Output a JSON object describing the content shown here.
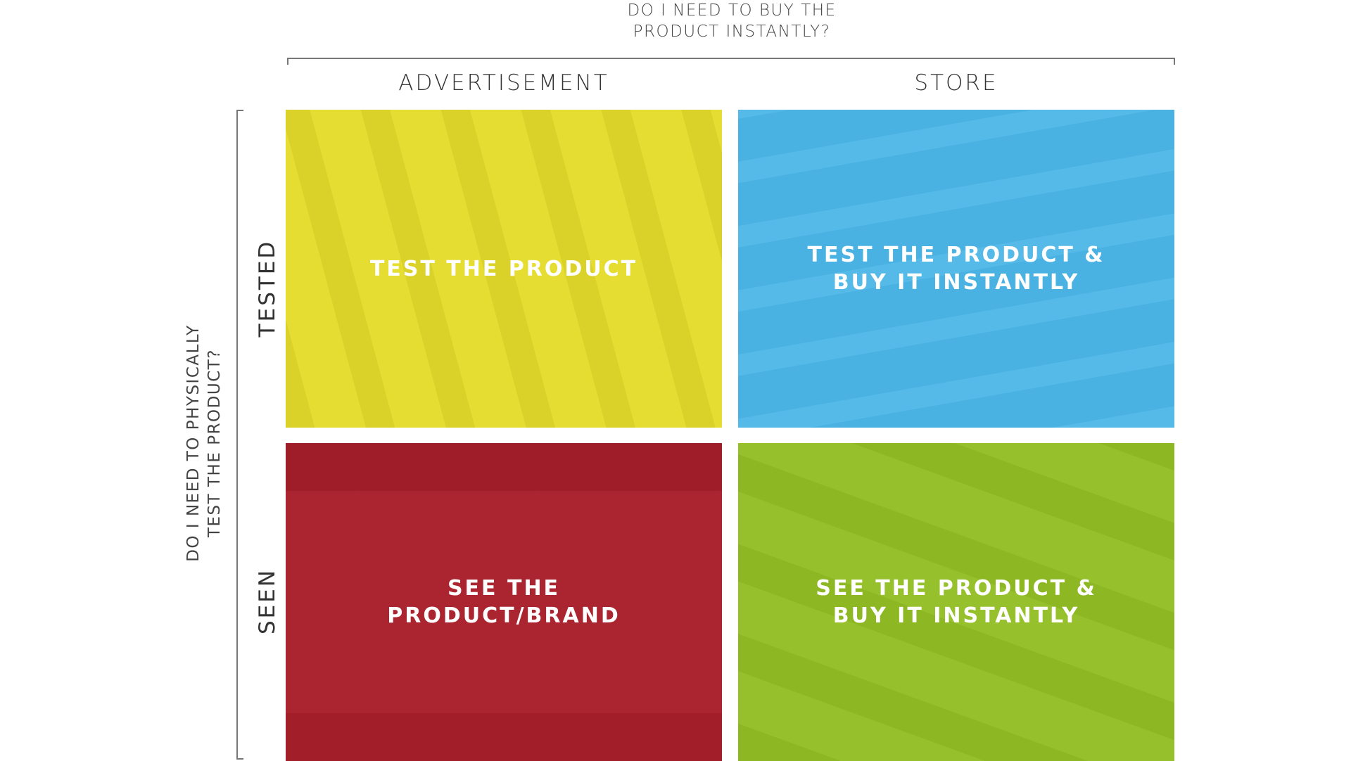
{
  "top_axis": {
    "question": "DO I NEED TO BUY THE\nPRODUCT INSTANTLY?",
    "columns": [
      "ADVERTISEMENT",
      "STORE"
    ]
  },
  "side_axis": {
    "question": "DO I NEED TO PHYSICALLY\nTEST THE PRODUCT?",
    "rows": [
      "TESTED",
      "SEEN"
    ]
  },
  "quadrants": {
    "top_left": {
      "label": "TEST THE PRODUCT",
      "color": "#e5dc2b"
    },
    "top_right": {
      "label": "TEST THE PRODUCT &\nBUY IT INSTANTLY",
      "color": "#4ab5e6"
    },
    "bottom_left": {
      "label": "SEE THE\nPRODUCT/BRAND",
      "color": "#a81f2a"
    },
    "bottom_right": {
      "label": "SEE THE PRODUCT &\nBUY IT INSTANTLY",
      "color": "#92bf24"
    }
  }
}
